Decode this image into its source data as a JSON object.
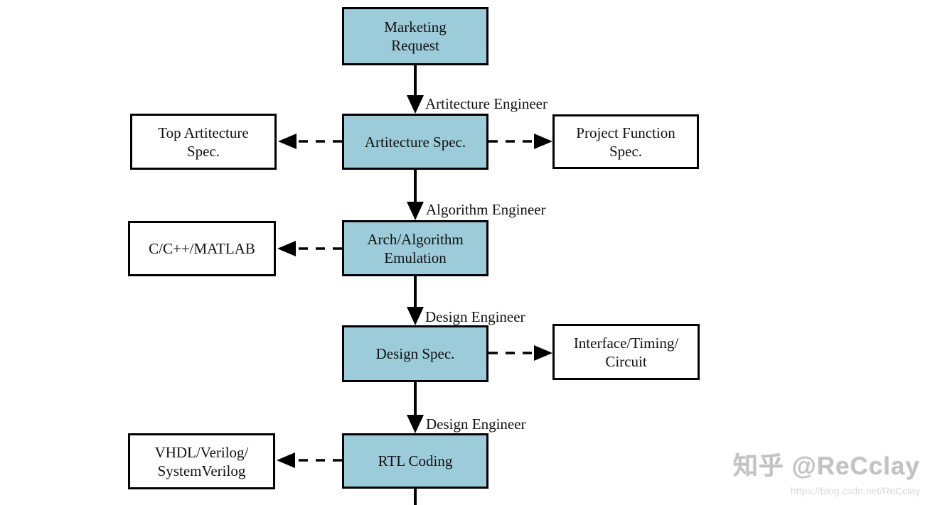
{
  "diagram": {
    "nodes": {
      "marketing_request": "Marketing\nRequest",
      "artitecture_spec": "Artitecture Spec.",
      "top_artitecture_spec": "Top Artitecture\nSpec.",
      "project_function_spec": "Project Function\nSpec.",
      "arch_algorithm_emulation": "Arch/Algorithm\nEmulation",
      "c_cpp_matlab": "C/C++/MATLAB",
      "design_spec": "Design Spec.",
      "interface_timing_circuit": "Interface/Timing/\nCircuit",
      "rtl_coding": "RTL Coding",
      "vhdl_verilog_systemverilog": "VHDL/Verilog/\nSystemVerilog"
    },
    "edge_labels": [
      "Artitecture Engineer",
      "Algorithm Engineer",
      "Design Engineer",
      "Design Engineer"
    ],
    "colors": {
      "process_fill": "#9CCBD9",
      "artifact_fill": "#FFFFFF",
      "line": "#000000",
      "text": "#111111"
    }
  },
  "watermark": {
    "brand": "知乎 @ReCclay",
    "url": "https://blog.csdn.net/ReCclay"
  }
}
